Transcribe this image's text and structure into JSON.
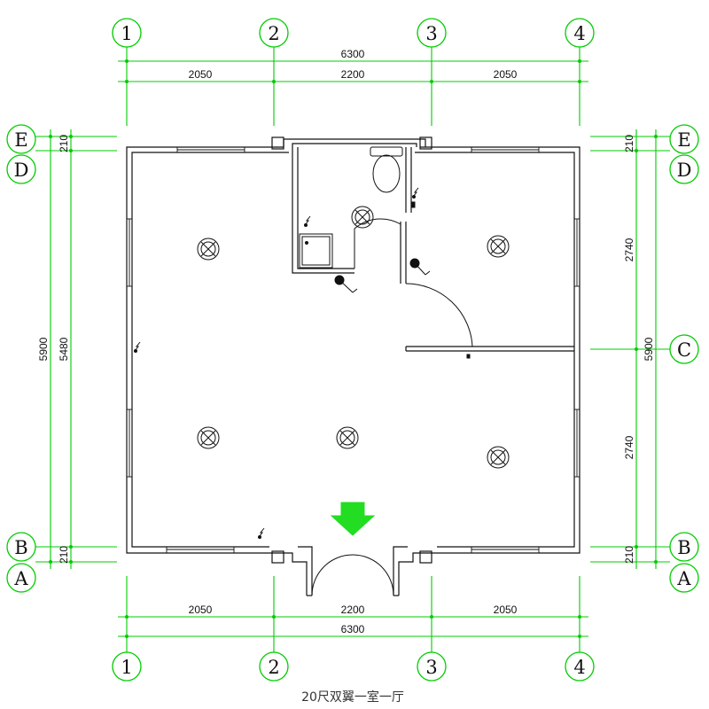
{
  "grid_columns": [
    "1",
    "2",
    "3",
    "4"
  ],
  "grid_rows_left": [
    "E",
    "D",
    "B",
    "A"
  ],
  "grid_rows_right": [
    "E",
    "D",
    "C",
    "B",
    "A"
  ],
  "dimensions": {
    "top_total": "6300",
    "top_segments": [
      "2050",
      "2200",
      "2050"
    ],
    "bottom_total": "6300",
    "bottom_segments": [
      "2050",
      "2200",
      "2050"
    ],
    "left_outer": "5900",
    "left_inner": "5480",
    "left_top_small": "210",
    "left_bottom_small": "210",
    "right_outer": "5900",
    "right_top_small": "210",
    "right_upper": "2740",
    "right_lower": "2740",
    "right_bottom_small": "210"
  },
  "caption": "20尺双翼一室一厅",
  "icons": {
    "ceiling_light": "ceiling-light-icon",
    "switch": "switch-icon",
    "socket": "socket-icon",
    "entrance_arrow": "entrance-arrow-icon",
    "toilet": "toilet-icon",
    "shower": "shower-tray-icon"
  },
  "colors": {
    "grid": "#00cc00",
    "walls": "#111111",
    "arrow": "#22dd22"
  }
}
